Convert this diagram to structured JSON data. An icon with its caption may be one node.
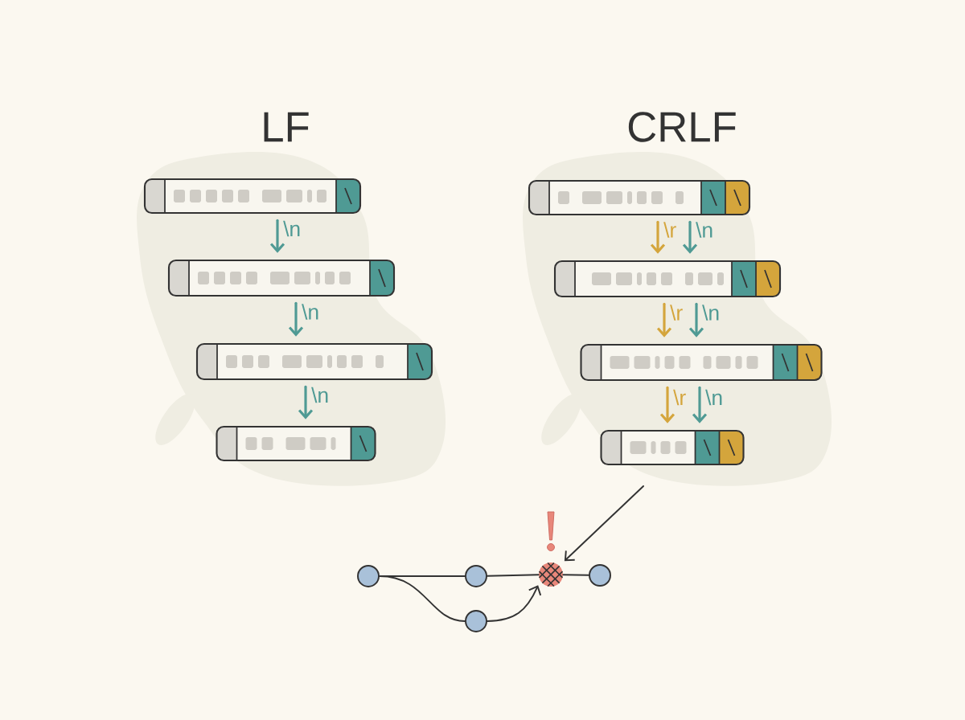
{
  "diagram": {
    "nodes": [
      {
        "text": [],
        "shape": "bar"
      },
      {
        "text": [],
        "shape": "bar"
      },
      {
        "text": [],
        "shape": "bar"
      },
      {
        "text": [],
        "shape": "bar"
      },
      {
        "text": [],
        "shape": "bar"
      },
      {
        "text": [],
        "shape": "bar"
      },
      {
        "text": [],
        "shape": "bar"
      },
      {
        "text": [],
        "shape": "bar"
      },
      {
        "text": [],
        "shape": "circle"
      },
      {
        "text": [],
        "shape": "circle"
      },
      {
        "text": [],
        "shape": "circle"
      },
      {
        "text": [],
        "shape": "circle"
      },
      {
        "text": [],
        "shape": "circle"
      }
    ],
    "edges": [
      {
        "from": 0,
        "to": 1,
        "arrow": "to",
        "label": "\\n",
        "color": "#4f9a94"
      },
      {
        "from": 1,
        "to": 2,
        "arrow": "to",
        "label": "\\n",
        "color": "#4f9a94"
      },
      {
        "from": 2,
        "to": 3,
        "arrow": "to",
        "label": "\\n",
        "color": "#4f9a94"
      },
      {
        "from": 4,
        "to": 5,
        "arrow": "to",
        "label": "\\r",
        "color": "#d4a53c"
      },
      {
        "from": 4,
        "to": 5,
        "arrow": "to",
        "label": "\\n",
        "color": "#4f9a94"
      },
      {
        "from": 5,
        "to": 6,
        "arrow": "to",
        "label": "\\r",
        "color": "#d4a53c"
      },
      {
        "from": 5,
        "to": 6,
        "arrow": "to",
        "label": "\\n",
        "color": "#4f9a94"
      },
      {
        "from": 6,
        "to": 7,
        "arrow": "to",
        "label": "\\r",
        "color": "#d4a53c"
      },
      {
        "from": 6,
        "to": 7,
        "arrow": "to",
        "label": "\\n",
        "color": "#4f9a94"
      },
      {
        "from": 8,
        "to": 9,
        "arrow": "none",
        "color": "#333333"
      },
      {
        "from": 8,
        "to": 10,
        "arrow": "none",
        "color": "#333333"
      },
      {
        "from": 9,
        "to": 11,
        "arrow": "none",
        "color": "#333333"
      },
      {
        "from": 10,
        "to": 11,
        "arrow": "to",
        "color": "#333333"
      },
      {
        "from": 11,
        "to": 12,
        "arrow": "none",
        "color": "#333333"
      },
      {
        "from": null,
        "to": 11,
        "arrow": "to",
        "color": "#333333"
      }
    ],
    "labels": [
      "LF",
      "CRLF"
    ]
  }
}
